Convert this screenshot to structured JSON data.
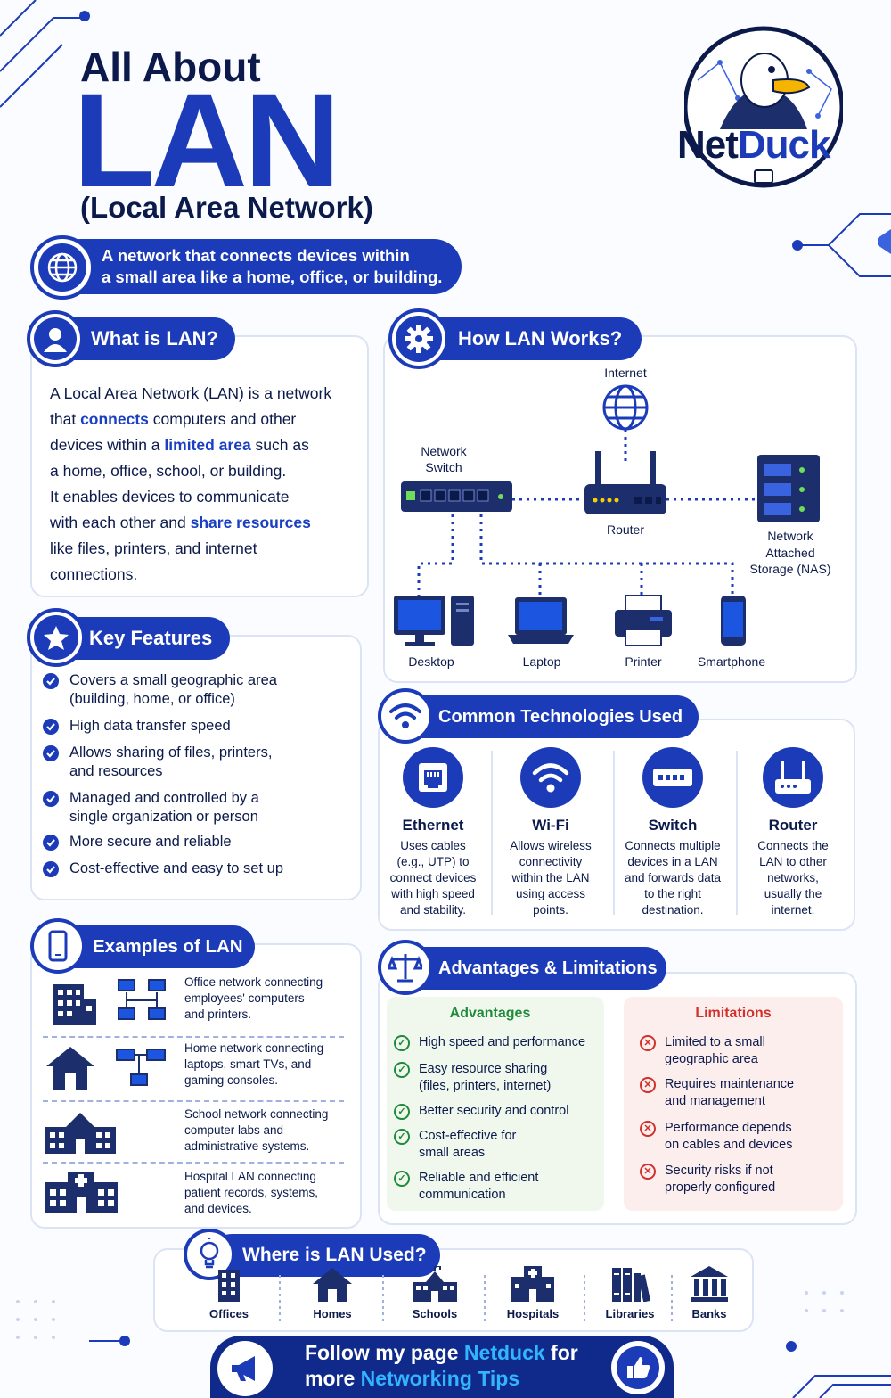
{
  "title": {
    "line1": "All About",
    "big": "LAN",
    "sub": "(Local Area Network)"
  },
  "logo": {
    "text_net": "Net",
    "text_duck": "Duck"
  },
  "tagline": {
    "line1": "A network that connects devices within",
    "line2": "a small area like a home, office, or building."
  },
  "what": {
    "heading": "What is LAN?",
    "p1": "A Local Area Network (LAN) is a network",
    "p2a": "that ",
    "p2b": "connects",
    "p2c": " computers and other",
    "p3a": "devices within a ",
    "p3b": "limited area",
    "p3c": " such as",
    "p4": "a home, office, school, or building.",
    "p5": "It enables devices to communicate",
    "p6a": "with each other and ",
    "p6b": "share resources",
    "p7": "like files, printers, and internet",
    "p8": "connections."
  },
  "how": {
    "heading": "How LAN Works?",
    "internet": "Internet",
    "switch_l1": "Network",
    "switch_l2": "Switch",
    "router": "Router",
    "nas_l1": "Network",
    "nas_l2": "Attached",
    "nas_l3": "Storage (NAS)",
    "desktop": "Desktop",
    "laptop": "Laptop",
    "printer": "Printer",
    "smartphone": "Smartphone"
  },
  "features": {
    "heading": "Key Features",
    "items": [
      {
        "l1": "Covers a small geographic area",
        "l2": "(building, home, or office)"
      },
      {
        "l1": "High data transfer speed",
        "l2": ""
      },
      {
        "l1": "Allows sharing of files, printers,",
        "l2": "and resources"
      },
      {
        "l1": "Managed and controlled by a",
        "l2": "single organization or person"
      },
      {
        "l1": "More secure and reliable",
        "l2": ""
      },
      {
        "l1": "Cost-effective and easy to set up",
        "l2": ""
      }
    ]
  },
  "tech": {
    "heading": "Common Technologies Used",
    "items": [
      {
        "name": "Ethernet",
        "l1": "Uses cables",
        "l2": "(e.g., UTP) to",
        "l3": "connect devices",
        "l4": "with high speed",
        "l5": "and stability."
      },
      {
        "name": "Wi-Fi",
        "l1": "Allows wireless",
        "l2": "connectivity",
        "l3": "within the LAN",
        "l4": "using access",
        "l5": "points."
      },
      {
        "name": "Switch",
        "l1": "Connects multiple",
        "l2": "devices in a LAN",
        "l3": "and forwards data",
        "l4": "to the right",
        "l5": "destination."
      },
      {
        "name": "Router",
        "l1": "Connects the",
        "l2": "LAN to other",
        "l3": "networks,",
        "l4": "usually the",
        "l5": "internet."
      }
    ]
  },
  "examples": {
    "heading": "Examples of LAN",
    "items": [
      {
        "l1": "Office network connecting",
        "l2": "employees' computers",
        "l3": "and printers."
      },
      {
        "l1": "Home network connecting",
        "l2": "laptops, smart TVs, and",
        "l3": "gaming consoles."
      },
      {
        "l1": "School network connecting",
        "l2": "computer labs and",
        "l3": "administrative systems."
      },
      {
        "l1": "Hospital LAN connecting",
        "l2": "patient records, systems,",
        "l3": "and devices."
      }
    ]
  },
  "advlim": {
    "heading": "Advantages & Limitations",
    "adv_title": "Advantages",
    "adv": [
      {
        "l1": "High speed and performance",
        "l2": ""
      },
      {
        "l1": "Easy resource sharing",
        "l2": "(files, printers, internet)"
      },
      {
        "l1": "Better security and control",
        "l2": ""
      },
      {
        "l1": "Cost-effective for",
        "l2": "small areas"
      },
      {
        "l1": "Reliable and efficient",
        "l2": "communication"
      }
    ],
    "lim_title": "Limitations",
    "lim": [
      {
        "l1": "Limited to a small",
        "l2": "geographic area"
      },
      {
        "l1": "Requires maintenance",
        "l2": "and management"
      },
      {
        "l1": "Performance depends",
        "l2": "on cables and devices"
      },
      {
        "l1": "Security risks if not",
        "l2": "properly configured"
      }
    ]
  },
  "used": {
    "heading": "Where is LAN Used?",
    "items": [
      "Offices",
      "Homes",
      "Schools",
      "Hospitals",
      "Libraries",
      "Banks"
    ]
  },
  "footer": {
    "a": "Follow my page ",
    "b": "Netduck",
    "c": " for",
    "d": "more ",
    "e": "Networking Tips"
  },
  "colors": {
    "navy": "#0b1a4a",
    "brand_blue": "#1c3bb8",
    "advantage_green": "#1f8a3a",
    "limitation_red": "#d0312d"
  }
}
